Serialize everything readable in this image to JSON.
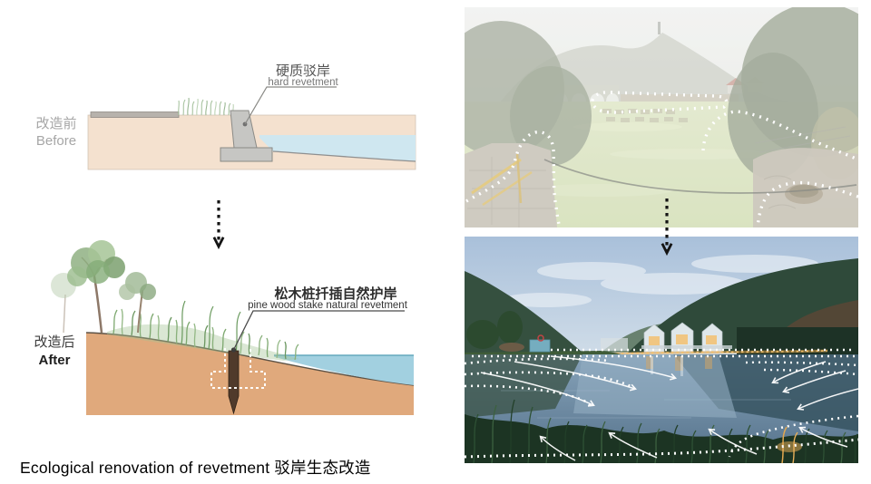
{
  "caption": "Ecological renovation of revetment 驳岸生态改造",
  "diagrams": {
    "before": {
      "label_zh": "改造前",
      "label_en": "Before",
      "annotation_zh": "硬质驳岸",
      "annotation_en": "hard revetment"
    },
    "after": {
      "label_zh": "改造后",
      "label_en": "After",
      "annotation_zh": "松木桩扦插自然护岸",
      "annotation_en": "pine wood stake natural revetment"
    }
  },
  "photos": {
    "before_alt": "algae-covered channel with hard stone revetment, white dotted outlines marking walls",
    "after_alt": "lakeside natural revetment at dusk, white dotted shoreline lines and flow arrows"
  },
  "icons": {
    "transform_arrow": "dashed-down-arrow"
  },
  "colors": {
    "soil_before": "#f4e1cf",
    "water_before": "#cfe7f0",
    "concrete": "#c6c6c3",
    "soil_after": "#e0a97c",
    "water_after": "#a2d0e0",
    "stake_brown": "#503a2b",
    "label_gray": "#a6a6a6",
    "label_dark": "#2e2e2e",
    "highlight_white": "#ffffff"
  }
}
